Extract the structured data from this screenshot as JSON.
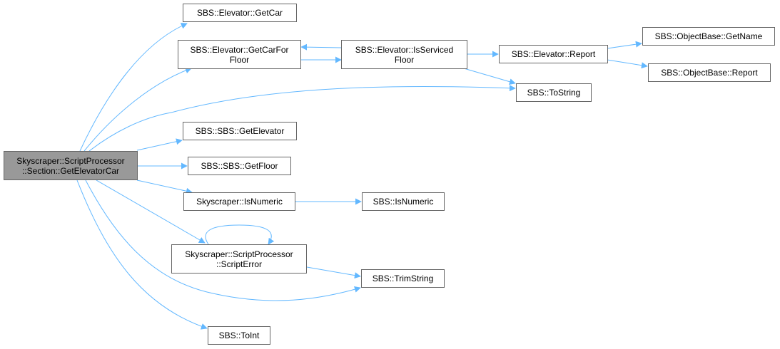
{
  "graph": {
    "root": {
      "line1": "Skyscraper::ScriptProcessor",
      "line2": "::Section::GetElevatorCar"
    },
    "nodes": {
      "elevator_getcar": {
        "line1": "SBS::Elevator::GetCar"
      },
      "elevator_getcarforfloor": {
        "line1": "SBS::Elevator::GetCarFor",
        "line2": "Floor"
      },
      "elevator_isservicedfloor": {
        "line1": "SBS::Elevator::IsServiced",
        "line2": "Floor"
      },
      "elevator_report": {
        "line1": "SBS::Elevator::Report"
      },
      "objectbase_getname": {
        "line1": "SBS::ObjectBase::GetName"
      },
      "objectbase_report": {
        "line1": "SBS::ObjectBase::Report"
      },
      "sbs_tostring": {
        "line1": "SBS::ToString"
      },
      "sbs_getelevator": {
        "line1": "SBS::SBS::GetElevator"
      },
      "sbs_getfloor": {
        "line1": "SBS::SBS::GetFloor"
      },
      "skyscraper_isnumeric": {
        "line1": "Skyscraper::IsNumeric"
      },
      "sbs_isnumeric": {
        "line1": "SBS::IsNumeric"
      },
      "scriptprocessor_scripterror": {
        "line1": "Skyscraper::ScriptProcessor",
        "line2": "::ScriptError"
      },
      "sbs_trimstring": {
        "line1": "SBS::TrimString"
      },
      "sbs_toint": {
        "line1": "SBS::ToInt"
      }
    },
    "edge_color": "#63b8ff",
    "root_fill": "#999999",
    "node_border": "#666666"
  }
}
